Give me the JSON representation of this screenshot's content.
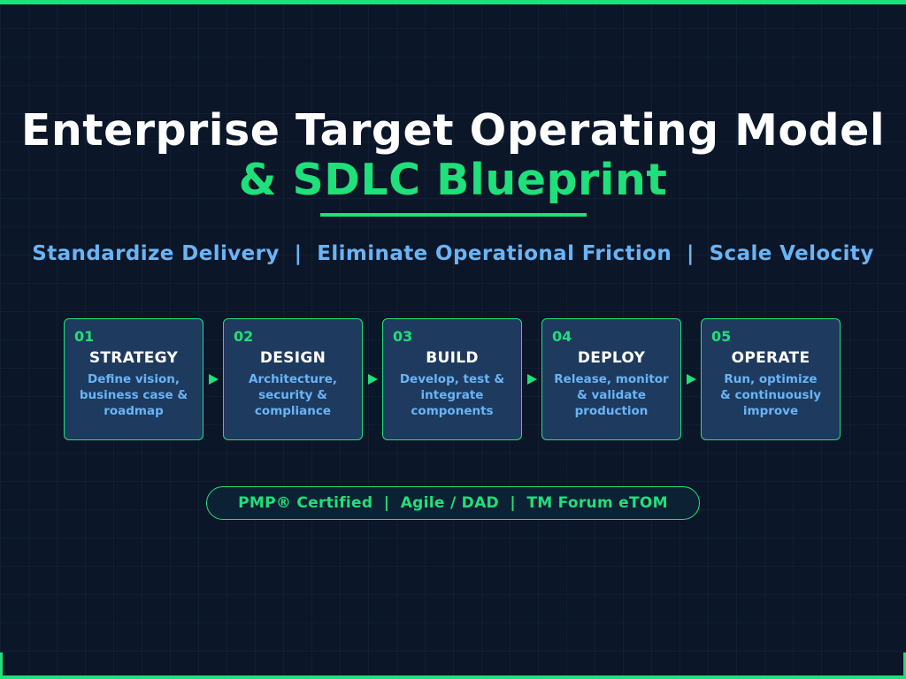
{
  "title": {
    "line1": "Enterprise Target Operating Model",
    "line2": "& SDLC Blueprint"
  },
  "tagline": "Standardize Delivery  |  Eliminate Operational Friction  |  Scale Velocity",
  "phases": [
    {
      "number": "01",
      "name": "STRATEGY",
      "desc": [
        "Define vision,",
        "business case &",
        "roadmap"
      ]
    },
    {
      "number": "02",
      "name": "DESIGN",
      "desc": [
        "Architecture,",
        "security &",
        "compliance"
      ]
    },
    {
      "number": "03",
      "name": "BUILD",
      "desc": [
        "Develop, test &",
        "integrate",
        "components"
      ]
    },
    {
      "number": "04",
      "name": "DEPLOY",
      "desc": [
        "Release, monitor",
        "& validate",
        "production"
      ]
    },
    {
      "number": "05",
      "name": "OPERATE",
      "desc": [
        "Run, optimize",
        "& continuously",
        "improve"
      ]
    }
  ],
  "credentials": "PMP® Certified  |  Agile / DAD  |  TM Forum eTOM",
  "colors": {
    "background": "#0b1628",
    "accent": "#1fe07a",
    "subtitle": "#6ab4f5",
    "card": "#1e3a5f",
    "title": "#ffffff"
  },
  "icons": {
    "connector": "arrow-right-icon"
  }
}
